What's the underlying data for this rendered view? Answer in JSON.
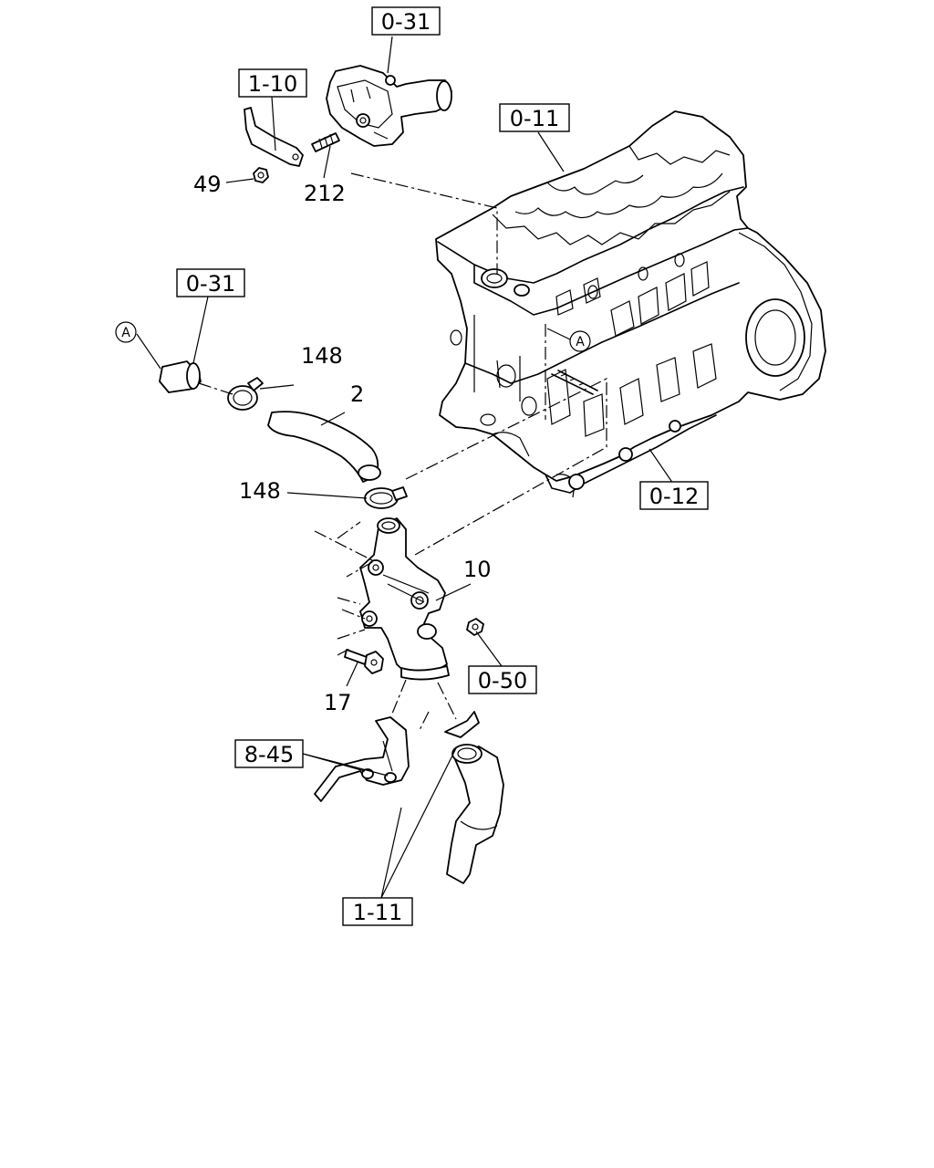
{
  "refs": {
    "r031_top": "0-31",
    "r110": "1-10",
    "r011": "0-11",
    "r031_mid": "0-31",
    "r012": "0-12",
    "r050": "0-50",
    "r845": "8-45",
    "r111": "1-11"
  },
  "parts": {
    "p49": "49",
    "p212": "212",
    "p148a": "148",
    "p2": "2",
    "p148b": "148",
    "p10": "10",
    "p17": "17"
  },
  "markers": {
    "a_left": "A",
    "a_right": "A"
  }
}
